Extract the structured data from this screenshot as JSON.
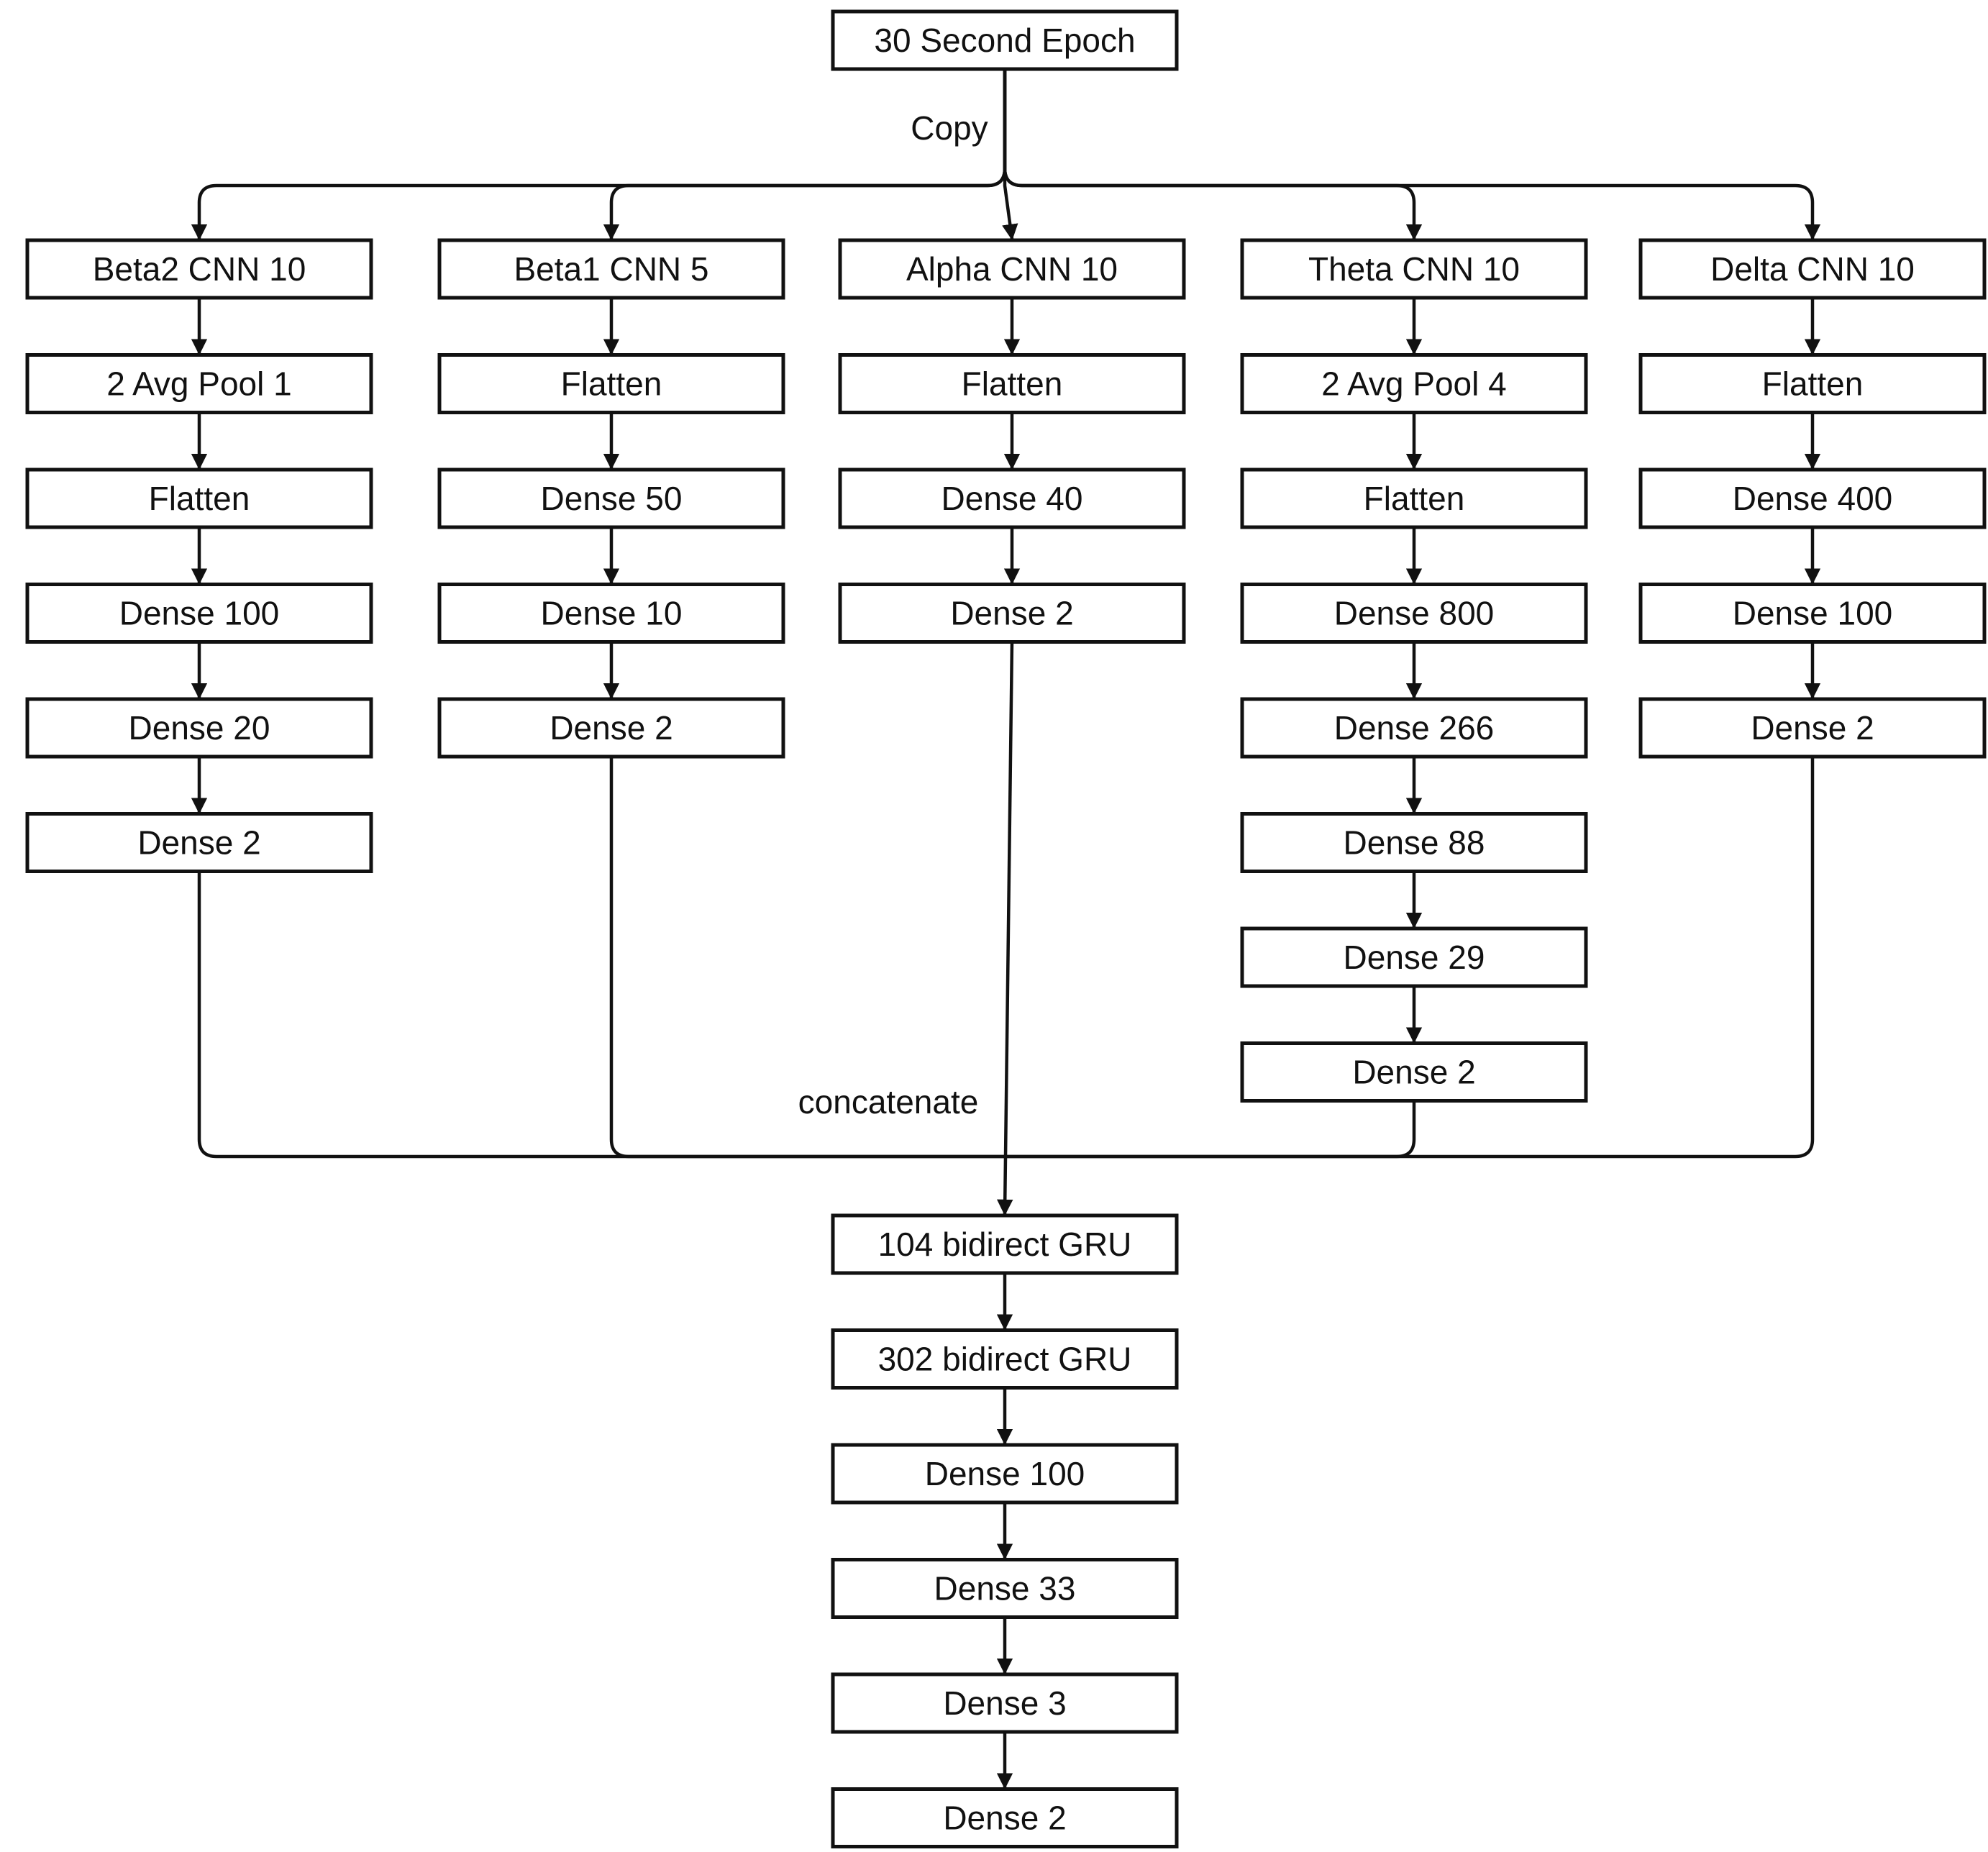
{
  "diagram": {
    "input": "30 Second Epoch",
    "split_label": "Copy",
    "merge_label": "concatenate",
    "branches": [
      {
        "name": "Beta2 CNN 10",
        "layers": [
          "2 Avg Pool 1",
          "Flatten",
          "Dense 100",
          "Dense 20",
          "Dense 2"
        ]
      },
      {
        "name": "Beta1 CNN 5",
        "layers": [
          "Flatten",
          "Dense 50",
          "Dense 10",
          "Dense 2"
        ]
      },
      {
        "name": "Alpha CNN 10",
        "layers": [
          "Flatten",
          "Dense 40",
          "Dense 2"
        ]
      },
      {
        "name": "Theta CNN 10",
        "layers": [
          "2 Avg Pool 4",
          "Flatten",
          "Dense 800",
          "Dense 266",
          "Dense 88",
          "Dense 29",
          "Dense 2"
        ]
      },
      {
        "name": "Delta CNN 10",
        "layers": [
          "Flatten",
          "Dense 400",
          "Dense 100",
          "Dense 2"
        ]
      }
    ],
    "head": [
      "104 bidirect GRU",
      "302 bidirect GRU",
      "Dense 100",
      "Dense 33",
      "Dense 3",
      "Dense 2"
    ]
  }
}
